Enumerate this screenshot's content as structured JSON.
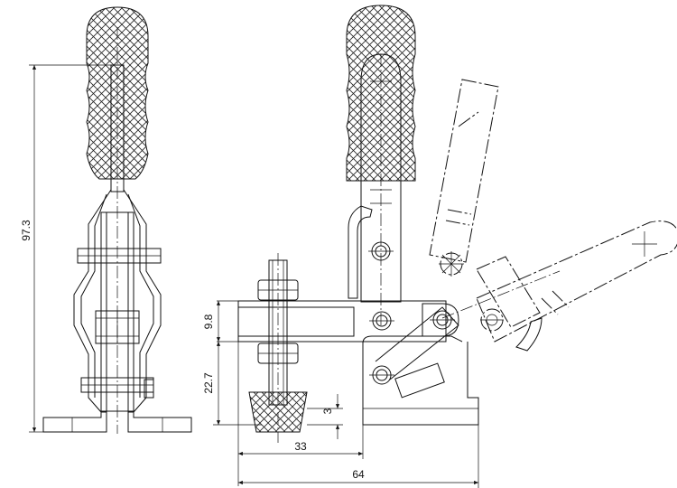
{
  "dimensions": {
    "overall_height": "97.3",
    "bar_height": "9.8",
    "clamp_height": "22.7",
    "spindle_offset": "3",
    "spindle_width": "33",
    "overall_length": "64"
  }
}
